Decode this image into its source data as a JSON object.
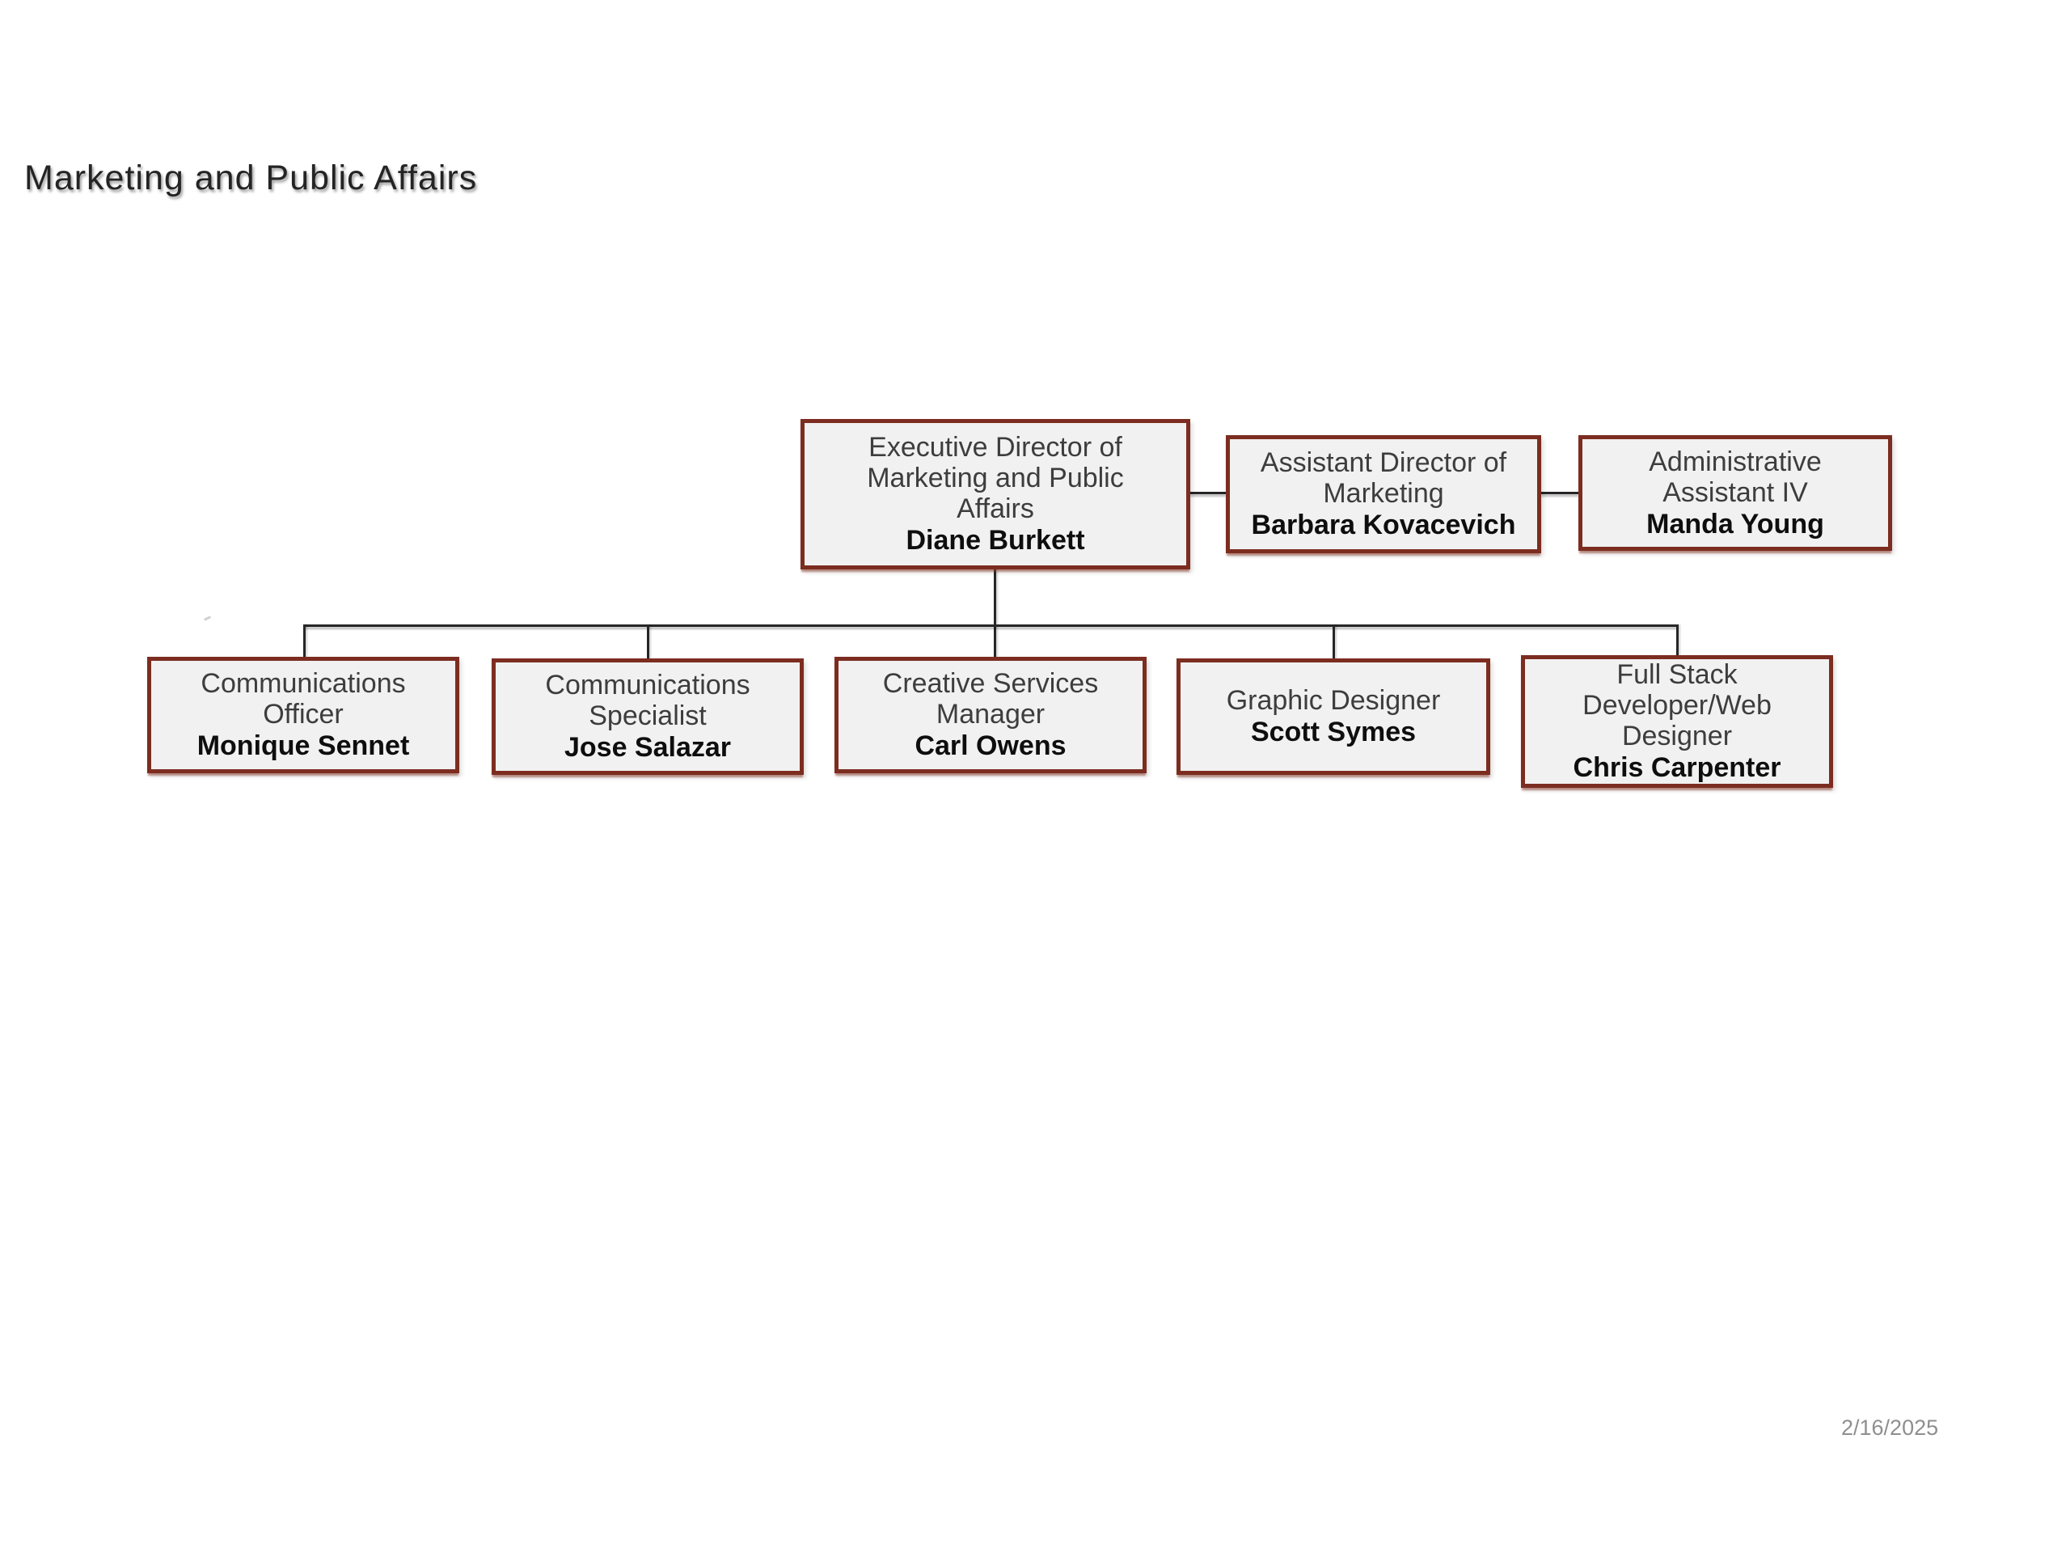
{
  "slide": {
    "title": "Marketing and Public Affairs",
    "date": "2/16/2025"
  },
  "colors": {
    "box_border": "#7c2d20",
    "box_fill": "#f1f1f1",
    "connector": "#262626",
    "role_text": "#3d3d3d",
    "name_text": "#0e0e0e",
    "title_text": "#242424",
    "date_text": "#8f8f8f",
    "background": "#ffffff"
  },
  "org_chart": {
    "nodes": [
      {
        "id": "executive-director",
        "role": "Executive Director of\nMarketing and Public\nAffairs",
        "name": "Diane Burkett"
      },
      {
        "id": "assistant-director",
        "role": "Assistant Director of\nMarketing",
        "name": "Barbara Kovacevich"
      },
      {
        "id": "administrative-assistant",
        "role": "Administrative\nAssistant IV",
        "name": "Manda Young"
      },
      {
        "id": "communications-officer",
        "role": "Communications\nOfficer",
        "name": "Monique Sennet"
      },
      {
        "id": "communications-specialist",
        "role": "Communications\nSpecialist",
        "name": "Jose Salazar"
      },
      {
        "id": "creative-services-manager",
        "role": "Creative Services\nManager",
        "name": "Carl Owens"
      },
      {
        "id": "graphic-designer",
        "role": "Graphic Designer",
        "name": "Scott Symes"
      },
      {
        "id": "fullstack-web-designer",
        "role": "Full Stack\nDeveloper/Web\nDesigner",
        "name": "Chris Carpenter"
      }
    ],
    "relationships": {
      "lateral_chain": [
        "executive-director",
        "assistant-director",
        "administrative-assistant"
      ],
      "reports_to_executive_director": [
        "communications-officer",
        "communications-specialist",
        "creative-services-manager",
        "graphic-designer",
        "fullstack-web-designer"
      ]
    }
  }
}
